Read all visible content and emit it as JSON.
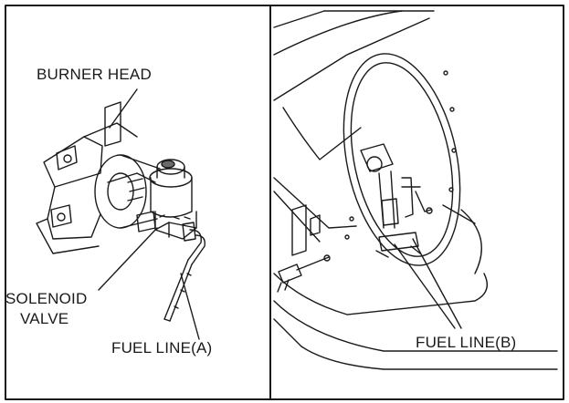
{
  "panels": [
    {
      "id": "left",
      "labels": {
        "burner_head": "BURNER HEAD",
        "solenoid_valve_line1": "SOLENOID",
        "solenoid_valve_line2": "VALVE",
        "fuel_line_a": "FUEL LINE(A)"
      }
    },
    {
      "id": "right",
      "labels": {
        "fuel_line_b": "FUEL LINE(B)"
      }
    }
  ],
  "colors": {
    "stroke": "#1a1a1a",
    "background": "#ffffff",
    "shade": "#6a6a6a"
  }
}
